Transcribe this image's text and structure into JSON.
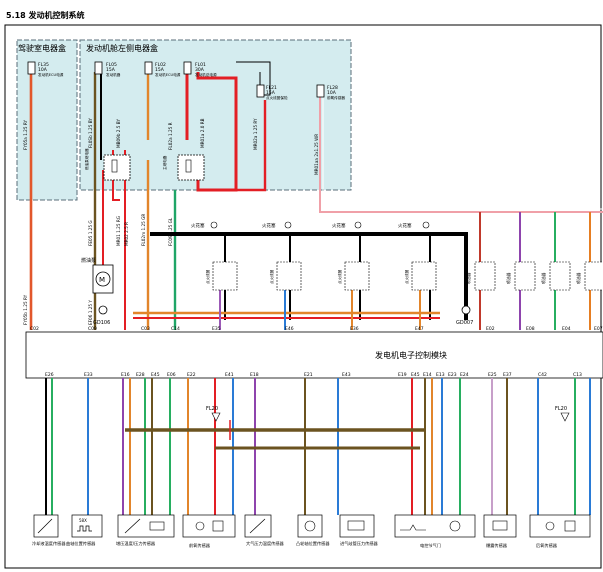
{
  "section_title": "5.18 发动机控制系统",
  "boxes": {
    "cab": "驾驶室电器盒",
    "engine_left": "发动机舱左侧电器盒"
  },
  "fuses": [
    {
      "id": "FL35",
      "amp": "10A",
      "desc": "发动机ECU电源"
    },
    {
      "id": "FL05",
      "amp": "15A",
      "desc": "发动机器"
    },
    {
      "id": "FL02",
      "amp": "15A",
      "desc": "发动机ECU电源"
    },
    {
      "id": "FL01",
      "amp": "30A",
      "desc": "发动机总电源"
    },
    {
      "id": "FL21",
      "amp": "15A",
      "desc": "点火线圈保险"
    },
    {
      "id": "FL28",
      "amp": "10A",
      "desc": "前氧传感器"
    }
  ],
  "relays": [
    {
      "label": "燃油泵继电器"
    },
    {
      "label": "主继电器"
    }
  ],
  "wires": {
    "w1": "FY05a 1.25 RY",
    "w2": "FL0Sb 1.25 BY",
    "w3": "MB09b 2.5 BY",
    "w4": "FL02a 1.25 R",
    "w5": "MR01a 2.0 RB",
    "w6": "MR02a 1.25 RY",
    "w7": "MR01aa 2x1.25 WR",
    "w8": "FE05 1.25 G",
    "w9": "MR01 1.25 RG",
    "w10": "FL02m 1.25 GR",
    "w11": "MR02 2.5 R",
    "w12": "FC09 1.25 GL",
    "w13": "FY05b 1.25 RY",
    "w14": "EF06 1.25 Y"
  },
  "fuel_pump": "燃油泵",
  "spark_plug": "火花塞",
  "ignition_coil": "点火线圈",
  "injector": "喷油器",
  "pins_top": [
    "C02",
    "C09",
    "C03",
    "C14",
    "E35",
    "E46",
    "E36",
    "E47",
    "E02",
    "E08",
    "E04",
    "E07"
  ],
  "grounds": [
    "GD106",
    "GD007"
  ],
  "ecu": "发电机电子控制模块",
  "pins_bottom": [
    "E26",
    "E33",
    "E16",
    "E28",
    "E45",
    "E06",
    "E22",
    "E41",
    "E18",
    "E21",
    "E43",
    "E19",
    "E45",
    "E14",
    "E13",
    "E23",
    "E24",
    "E25",
    "E37",
    "C42",
    "C13"
  ],
  "fl20": "FL20",
  "sensors": [
    "冷却液温度传感器",
    "曲轴位置传感器",
    "增压温度/压力传感器",
    "前氧传感器",
    "大气压力温度传感器",
    "凸轮轴位置传感器",
    "进气歧管压力传感器",
    "电控节气门",
    "爆震传感器",
    "后氧传感器"
  ],
  "ckp_label": "58X",
  "colors": {
    "fuse_box": "#d4ecef",
    "fuse_border": "#5a6e7a"
  }
}
